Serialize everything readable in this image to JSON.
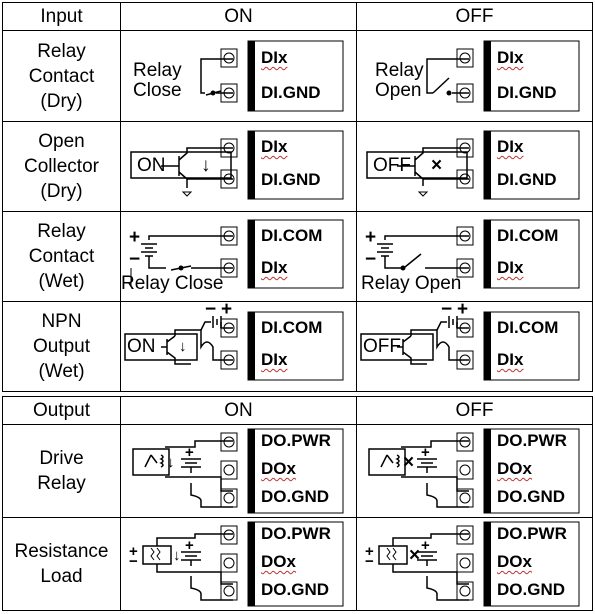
{
  "input_table": {
    "headers": {
      "col1": "Input",
      "on": "ON",
      "off": "OFF"
    },
    "rows": [
      {
        "label_lines": [
          "Relay",
          "Contact",
          "(Dry)"
        ],
        "on": {
          "text_lines": [
            "Relay",
            "Close"
          ],
          "terminals": [
            "DIx",
            "DI.GND"
          ]
        },
        "off": {
          "text_lines": [
            "Relay",
            "Open"
          ],
          "terminals": [
            "DIx",
            "DI.GND"
          ]
        }
      },
      {
        "label_lines": [
          "Open",
          "Collector",
          "(Dry)"
        ],
        "on": {
          "text": "ON",
          "terminals": [
            "DIx",
            "DI.GND"
          ]
        },
        "off": {
          "text": "OFF",
          "terminals": [
            "DIx",
            "DI.GND"
          ]
        }
      },
      {
        "label_lines": [
          "Relay",
          "Contact",
          "(Wet)"
        ],
        "on": {
          "text": "Relay Close",
          "terminals": [
            "DI.COM",
            "DIx"
          ]
        },
        "off": {
          "text": "Relay Open",
          "terminals": [
            "DI.COM",
            "DIx"
          ]
        }
      },
      {
        "label_lines": [
          "NPN",
          "Output",
          "(Wet)"
        ],
        "on": {
          "text": "ON",
          "terminals": [
            "DI.COM",
            "DIx"
          ]
        },
        "off": {
          "text": "OFF",
          "terminals": [
            "DI.COM",
            "DIx"
          ]
        }
      }
    ]
  },
  "output_table": {
    "headers": {
      "col1": "Output",
      "on": "ON",
      "off": "OFF"
    },
    "rows": [
      {
        "label_lines": [
          "Drive",
          "Relay"
        ],
        "on": {
          "terminals": [
            "DO.PWR",
            "DOx",
            "DO.GND"
          ]
        },
        "off": {
          "terminals": [
            "DO.PWR",
            "DOx",
            "DO.GND"
          ]
        }
      },
      {
        "label_lines": [
          "Resistance",
          "Load"
        ],
        "on": {
          "terminals": [
            "DO.PWR",
            "DOx",
            "DO.GND"
          ]
        },
        "off": {
          "terminals": [
            "DO.PWR",
            "DOx",
            "DO.GND"
          ]
        }
      }
    ]
  },
  "symbols": {
    "plus": "+",
    "minus": "−",
    "arrow_down": "↓",
    "cross": "×"
  }
}
